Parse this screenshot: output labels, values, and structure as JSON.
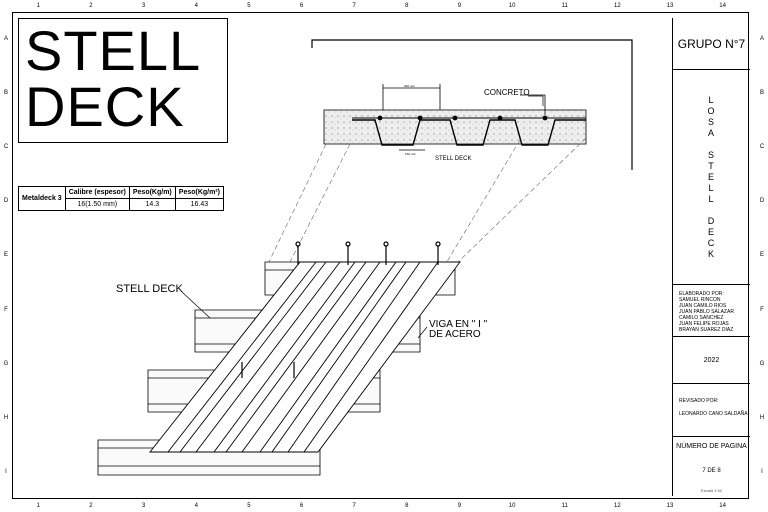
{
  "title": {
    "line1": "STELL",
    "line2": "DECK"
  },
  "rulers": {
    "columns": [
      "1",
      "2",
      "3",
      "4",
      "5",
      "6",
      "7",
      "8",
      "9",
      "10",
      "11",
      "12",
      "13",
      "14"
    ],
    "rows": [
      "A",
      "B",
      "C",
      "D",
      "E",
      "F",
      "G",
      "H",
      "I"
    ]
  },
  "spec_table": {
    "row_label": "Metaldeck 3",
    "headers": [
      "Calibre (espesor)",
      "Peso(Kg/m)",
      "Peso(Kg/m²)"
    ],
    "values": [
      "16(1.50 mm)",
      "14.3",
      "16.43"
    ]
  },
  "section": {
    "concrete_label": "CONCRETO",
    "deck_label": "STELL DECK",
    "dim_top": "300 mm",
    "dim_bottom": "150 mm"
  },
  "iso_view": {
    "deck_label": "STELL DECK",
    "beam_label_line1": "VIGA EN \" I \"",
    "beam_label_line2": "DE ACERO"
  },
  "sidebar": {
    "group": "GRUPO N°7",
    "vertical_title": [
      "L",
      "O",
      "S",
      "A",
      "",
      "S",
      "T",
      "E",
      "L",
      "L",
      "",
      "D",
      "E",
      "C",
      "K"
    ],
    "authors_heading": "ELABORADO POR:",
    "authors": [
      "SAMUEL RINCON",
      "JUAN CAMILO RIOS",
      "JUAN PABLO SALAZAR",
      "CAMILO SANCHEZ",
      "JUAN FELIPE ROJAS",
      "BRAYAN SUAREZ DIAZ"
    ],
    "year": "2022",
    "reviewed_heading": "REVISADO POR:",
    "reviewer": "LEONARDO CANO SALDAÑA",
    "page_heading": "NÚMERO DE PAGINA",
    "page_value": "7 DE 8",
    "stamp": "Escala 1:50"
  }
}
